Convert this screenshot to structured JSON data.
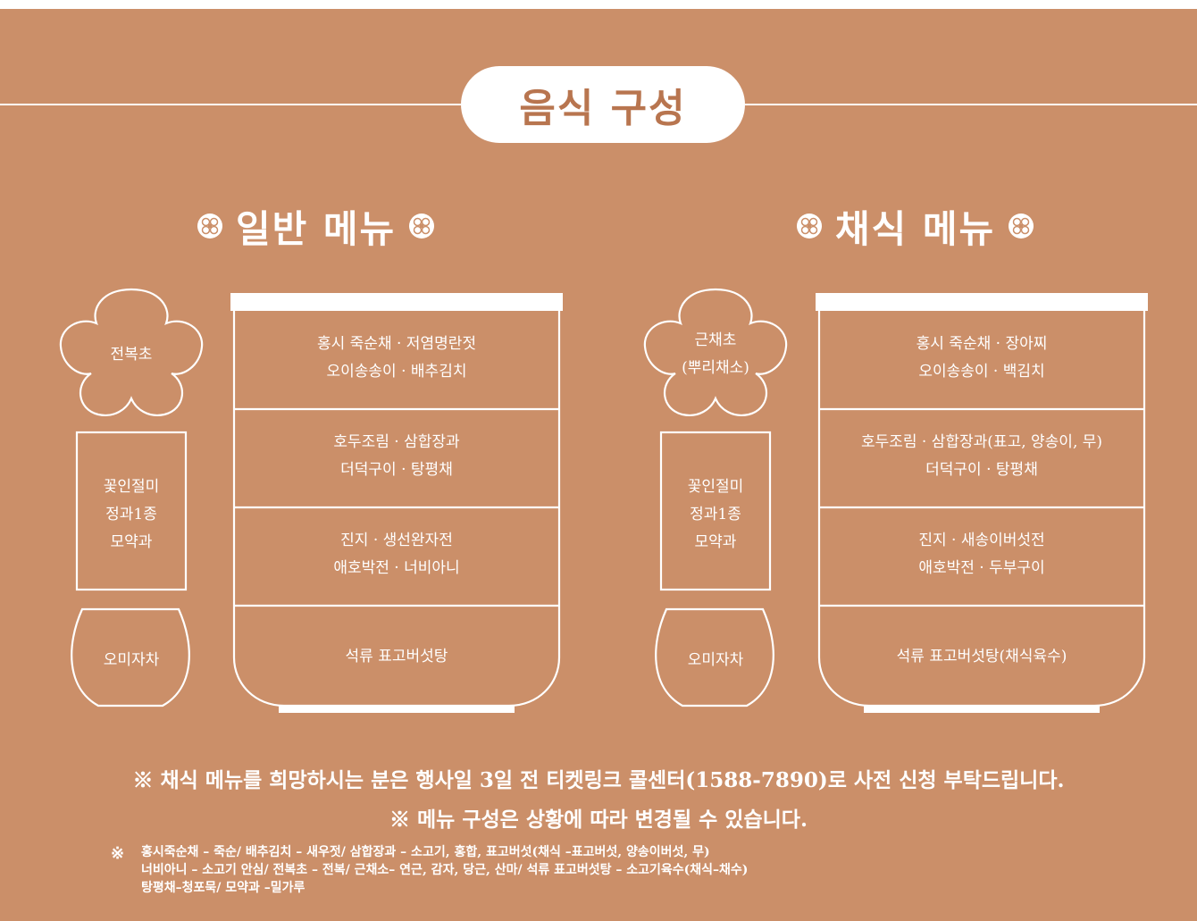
{
  "title": "음식 구성",
  "general": {
    "heading": "일반 메뉴",
    "flower_dish": "전복초",
    "box_items": [
      "꽃인절미",
      "정과1종",
      "모약과"
    ],
    "cup_item": "오미자차",
    "bowl_rows": [
      [
        "홍시 죽순채 · 저염명란젓",
        "오이송송이 · 배추김치"
      ],
      [
        "호두조림 · 삼합장과",
        "더덕구이 · 탕평채"
      ],
      [
        "진지 · 생선완자전",
        "애호박전 · 너비아니"
      ],
      [
        "석류 표고버섯탕"
      ]
    ]
  },
  "vegetarian": {
    "heading": "채식 메뉴",
    "flower_dish": [
      "근채초",
      "(뿌리채소)"
    ],
    "box_items": [
      "꽃인절미",
      "정과1종",
      "모약과"
    ],
    "cup_item": "오미자차",
    "bowl_rows": [
      [
        "홍시 죽순채 · 장아찌",
        "오이송송이 · 백김치"
      ],
      [
        "호두조림 · 삼합장과(표고, 양송이, 무)",
        "더덕구이 · 탕평채"
      ],
      [
        "진지 · 새송이버섯전",
        "애호박전 · 두부구이"
      ],
      [
        "석류 표고버섯탕(채식육수)"
      ]
    ]
  },
  "notices": [
    "※ 채식 메뉴를 희망하시는 분은 행사일 3일 전 티켓링크 콜센터(1588-7890)로 사전 신청 부탁드립니다.",
    "※ 메뉴 구성은 상황에 따라 변경될 수 있습니다."
  ],
  "footnote": {
    "mark": "※",
    "lines": [
      "홍시죽순채 – 죽순/ 배추김치 – 새우젓/ 삼합장과 – 소고기, 홍합, 표고버섯(채식 –표고버섯, 양송이버섯, 무)",
      "너비아니 – 소고기 안심/ 전복초 – 전복/ 근채소– 연근, 감자, 당근, 산마/ 석류 표고버섯탕 – 소고기육수(채식–채수)",
      "탕평채–청포묵/ 모약과 –밀가루"
    ]
  },
  "colors": {
    "background": "#CB8F69",
    "title_text": "#B8754F",
    "line": "#FFFFFF"
  },
  "icons": [
    "flower-ornament-icon"
  ]
}
